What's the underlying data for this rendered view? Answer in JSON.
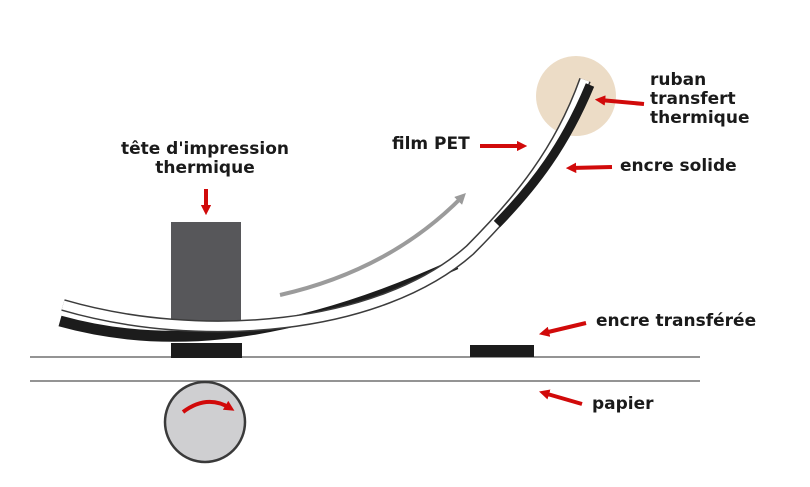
{
  "labels": {
    "print_head": [
      "tête d'impression",
      "thermique"
    ],
    "ribbon": [
      "ruban",
      "transfert",
      "thermique"
    ],
    "pet_film": "film PET",
    "solid_ink": "encre solide",
    "transferred_ink": "encre transférée",
    "paper": "papier"
  },
  "colors": {
    "arrow": "#d10a0a",
    "ink": "#1c1c1c",
    "head": "#57575a",
    "roller": "#cfcfd1",
    "highlight": "#ecdcc6",
    "motion_arrow": "#9b9b9b",
    "line": "#555555"
  }
}
